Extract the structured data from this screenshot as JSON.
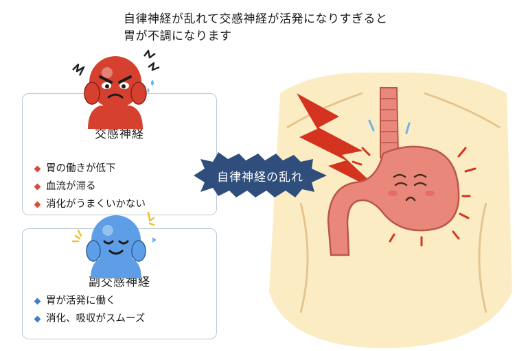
{
  "headline": {
    "line1": "自律神経が乱れて交感神経が活発になりすぎると",
    "line2": "胃が不調になります"
  },
  "sympathetic": {
    "title": "交感神経",
    "bullet_color": "#d94a3a",
    "items": [
      "胃の働きが低下",
      "血流が滞る",
      "消化がうまくいかない"
    ]
  },
  "parasympathetic": {
    "title": "副交感神経",
    "bullet_color": "#3f7fc6",
    "items": [
      "胃が活発に働く",
      "消化、吸収がスムーズ"
    ]
  },
  "badge": {
    "label": "自律神経の乱れ",
    "color": "#2f4e7c"
  },
  "colors": {
    "angry_face": "#d6402e",
    "calm_face": "#5d9ee6",
    "stomach": "#e8877a",
    "skin_bg": "#fbecc3",
    "lightning": "#d4341f"
  }
}
